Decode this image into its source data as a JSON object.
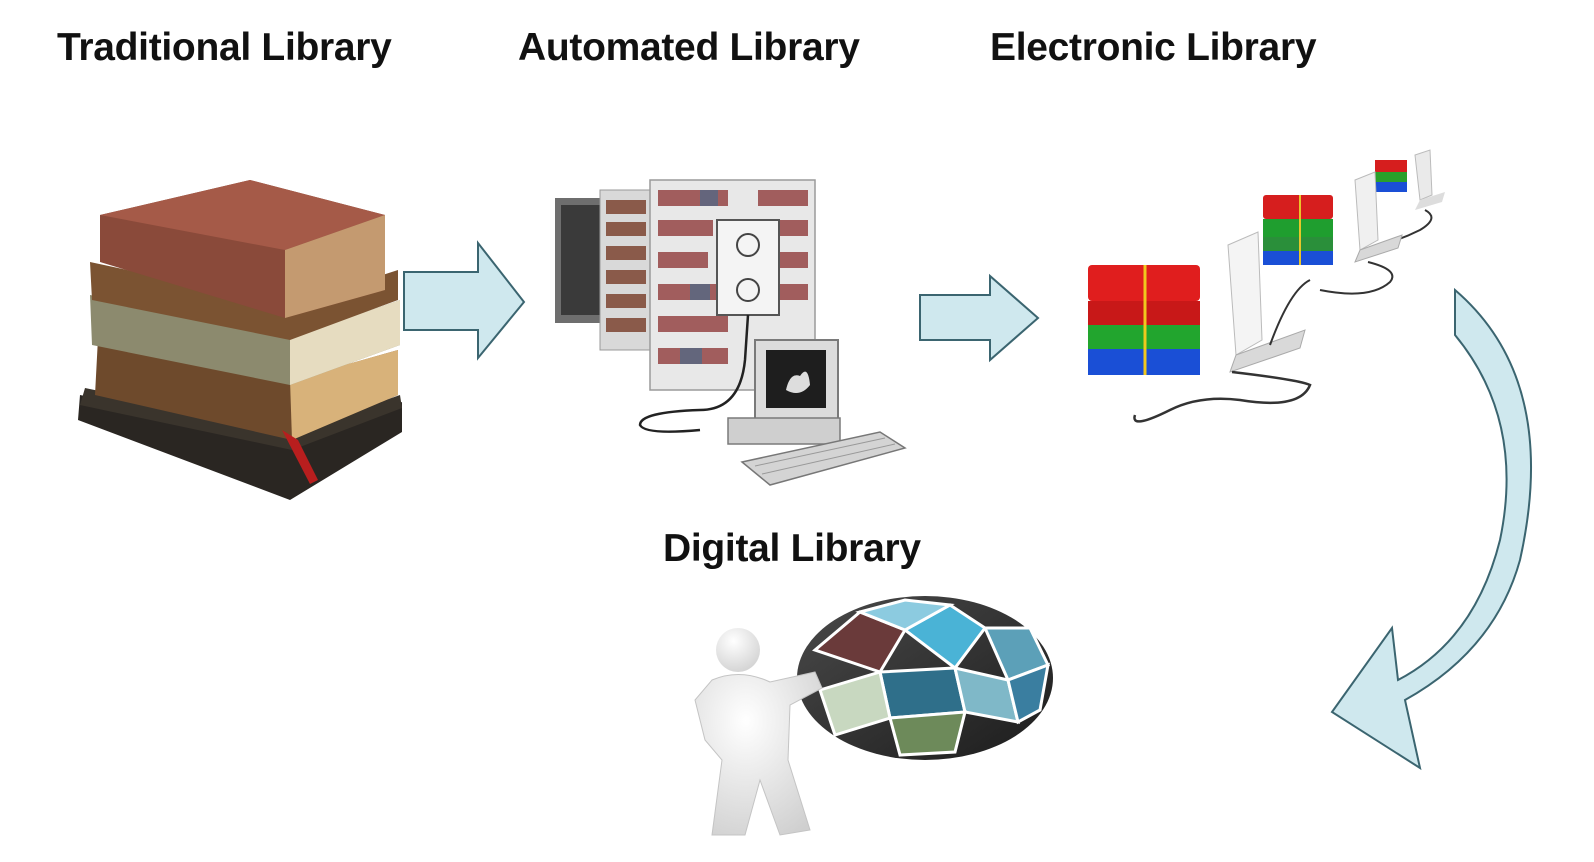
{
  "diagram": {
    "stages": {
      "traditional": {
        "label": "Traditional Library",
        "icon": "book-stack-icon"
      },
      "automated": {
        "label": "Automated Library",
        "icon": "library-computer-icon"
      },
      "electronic": {
        "label": "Electronic Library",
        "icon": "networked-laptops-icon"
      },
      "digital": {
        "label": "Digital Library",
        "icon": "digital-globe-person-icon"
      }
    },
    "flow": [
      "Traditional Library",
      "Automated Library",
      "Electronic Library",
      "Digital Library"
    ],
    "colors": {
      "arrow_fill": "#cfe8ee",
      "arrow_stroke": "#3b6570",
      "text": "#111111"
    }
  }
}
